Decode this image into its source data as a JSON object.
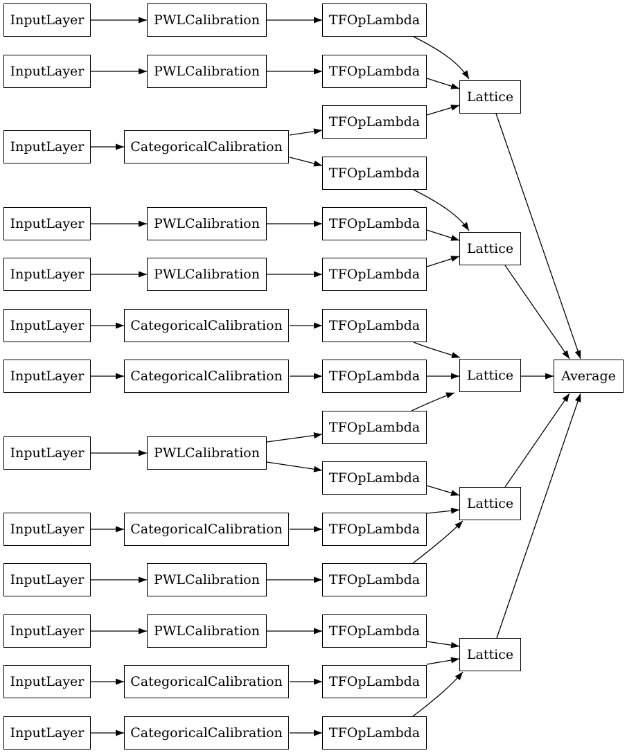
{
  "diagram": {
    "title": "keras-model-graph",
    "background_color": "#ffffff",
    "node_fill_color": "#ffffff",
    "node_border_color": "#000000",
    "edge_color": "#000000",
    "text_color": "#000000",
    "nodes": [
      {
        "id": "input-1",
        "label": "InputLayer"
      },
      {
        "id": "input-2",
        "label": "InputLayer"
      },
      {
        "id": "input-3",
        "label": "InputLayer"
      },
      {
        "id": "input-4",
        "label": "InputLayer"
      },
      {
        "id": "input-5",
        "label": "InputLayer"
      },
      {
        "id": "input-6",
        "label": "InputLayer"
      },
      {
        "id": "input-7",
        "label": "InputLayer"
      },
      {
        "id": "input-8",
        "label": "InputLayer"
      },
      {
        "id": "input-9",
        "label": "InputLayer"
      },
      {
        "id": "input-10",
        "label": "InputLayer"
      },
      {
        "id": "input-11",
        "label": "InputLayer"
      },
      {
        "id": "input-12",
        "label": "InputLayer"
      },
      {
        "id": "input-13",
        "label": "InputLayer"
      },
      {
        "id": "calibration-1",
        "label": "PWLCalibration"
      },
      {
        "id": "calibration-2",
        "label": "PWLCalibration"
      },
      {
        "id": "calibration-3",
        "label": "CategoricalCalibration"
      },
      {
        "id": "calibration-4",
        "label": "PWLCalibration"
      },
      {
        "id": "calibration-5",
        "label": "PWLCalibration"
      },
      {
        "id": "calibration-6",
        "label": "CategoricalCalibration"
      },
      {
        "id": "calibration-7",
        "label": "CategoricalCalibration"
      },
      {
        "id": "calibration-8",
        "label": "PWLCalibration"
      },
      {
        "id": "calibration-9",
        "label": "CategoricalCalibration"
      },
      {
        "id": "calibration-10",
        "label": "PWLCalibration"
      },
      {
        "id": "calibration-11",
        "label": "PWLCalibration"
      },
      {
        "id": "calibration-12",
        "label": "CategoricalCalibration"
      },
      {
        "id": "calibration-13",
        "label": "CategoricalCalibration"
      },
      {
        "id": "lambda-1",
        "label": "TFOpLambda"
      },
      {
        "id": "lambda-2",
        "label": "TFOpLambda"
      },
      {
        "id": "lambda-3",
        "label": "TFOpLambda"
      },
      {
        "id": "lambda-4",
        "label": "TFOpLambda"
      },
      {
        "id": "lambda-5",
        "label": "TFOpLambda"
      },
      {
        "id": "lambda-6",
        "label": "TFOpLambda"
      },
      {
        "id": "lambda-7",
        "label": "TFOpLambda"
      },
      {
        "id": "lambda-8",
        "label": "TFOpLambda"
      },
      {
        "id": "lambda-9",
        "label": "TFOpLambda"
      },
      {
        "id": "lambda-10",
        "label": "TFOpLambda"
      },
      {
        "id": "lambda-11",
        "label": "TFOpLambda"
      },
      {
        "id": "lambda-12",
        "label": "TFOpLambda"
      },
      {
        "id": "lambda-13",
        "label": "TFOpLambda"
      },
      {
        "id": "lambda-14",
        "label": "TFOpLambda"
      },
      {
        "id": "lambda-15",
        "label": "TFOpLambda"
      },
      {
        "id": "lattice-1",
        "label": "Lattice"
      },
      {
        "id": "lattice-2",
        "label": "Lattice"
      },
      {
        "id": "lattice-3",
        "label": "Lattice"
      },
      {
        "id": "lattice-4",
        "label": "Lattice"
      },
      {
        "id": "lattice-5",
        "label": "Lattice"
      },
      {
        "id": "average",
        "label": "Average"
      }
    ],
    "edges": [
      {
        "from": "input-1",
        "to": "calibration-1"
      },
      {
        "from": "input-2",
        "to": "calibration-2"
      },
      {
        "from": "input-3",
        "to": "calibration-3"
      },
      {
        "from": "input-4",
        "to": "calibration-4"
      },
      {
        "from": "input-5",
        "to": "calibration-5"
      },
      {
        "from": "input-6",
        "to": "calibration-6"
      },
      {
        "from": "input-7",
        "to": "calibration-7"
      },
      {
        "from": "input-8",
        "to": "calibration-8"
      },
      {
        "from": "input-9",
        "to": "calibration-9"
      },
      {
        "from": "input-10",
        "to": "calibration-10"
      },
      {
        "from": "input-11",
        "to": "calibration-11"
      },
      {
        "from": "input-12",
        "to": "calibration-12"
      },
      {
        "from": "input-13",
        "to": "calibration-13"
      },
      {
        "from": "calibration-1",
        "to": "lambda-1"
      },
      {
        "from": "calibration-2",
        "to": "lambda-2"
      },
      {
        "from": "calibration-3",
        "to": "lambda-3"
      },
      {
        "from": "calibration-3",
        "to": "lambda-4"
      },
      {
        "from": "calibration-4",
        "to": "lambda-5"
      },
      {
        "from": "calibration-5",
        "to": "lambda-6"
      },
      {
        "from": "calibration-6",
        "to": "lambda-7"
      },
      {
        "from": "calibration-7",
        "to": "lambda-8"
      },
      {
        "from": "calibration-8",
        "to": "lambda-9"
      },
      {
        "from": "calibration-8",
        "to": "lambda-10"
      },
      {
        "from": "calibration-9",
        "to": "lambda-11"
      },
      {
        "from": "calibration-10",
        "to": "lambda-12"
      },
      {
        "from": "calibration-11",
        "to": "lambda-13"
      },
      {
        "from": "calibration-12",
        "to": "lambda-14"
      },
      {
        "from": "calibration-13",
        "to": "lambda-15"
      },
      {
        "from": "lambda-1",
        "to": "lattice-1"
      },
      {
        "from": "lambda-2",
        "to": "lattice-1"
      },
      {
        "from": "lambda-3",
        "to": "lattice-1"
      },
      {
        "from": "lambda-4",
        "to": "lattice-2"
      },
      {
        "from": "lambda-5",
        "to": "lattice-2"
      },
      {
        "from": "lambda-6",
        "to": "lattice-2"
      },
      {
        "from": "lambda-7",
        "to": "lattice-3"
      },
      {
        "from": "lambda-8",
        "to": "lattice-3"
      },
      {
        "from": "lambda-9",
        "to": "lattice-3"
      },
      {
        "from": "lambda-10",
        "to": "lattice-4"
      },
      {
        "from": "lambda-11",
        "to": "lattice-4"
      },
      {
        "from": "lambda-12",
        "to": "lattice-4"
      },
      {
        "from": "lambda-13",
        "to": "lattice-5"
      },
      {
        "from": "lambda-14",
        "to": "lattice-5"
      },
      {
        "from": "lambda-15",
        "to": "lattice-5"
      },
      {
        "from": "lattice-1",
        "to": "average"
      },
      {
        "from": "lattice-2",
        "to": "average"
      },
      {
        "from": "lattice-3",
        "to": "average"
      },
      {
        "from": "lattice-4",
        "to": "average"
      },
      {
        "from": "lattice-5",
        "to": "average"
      }
    ]
  }
}
